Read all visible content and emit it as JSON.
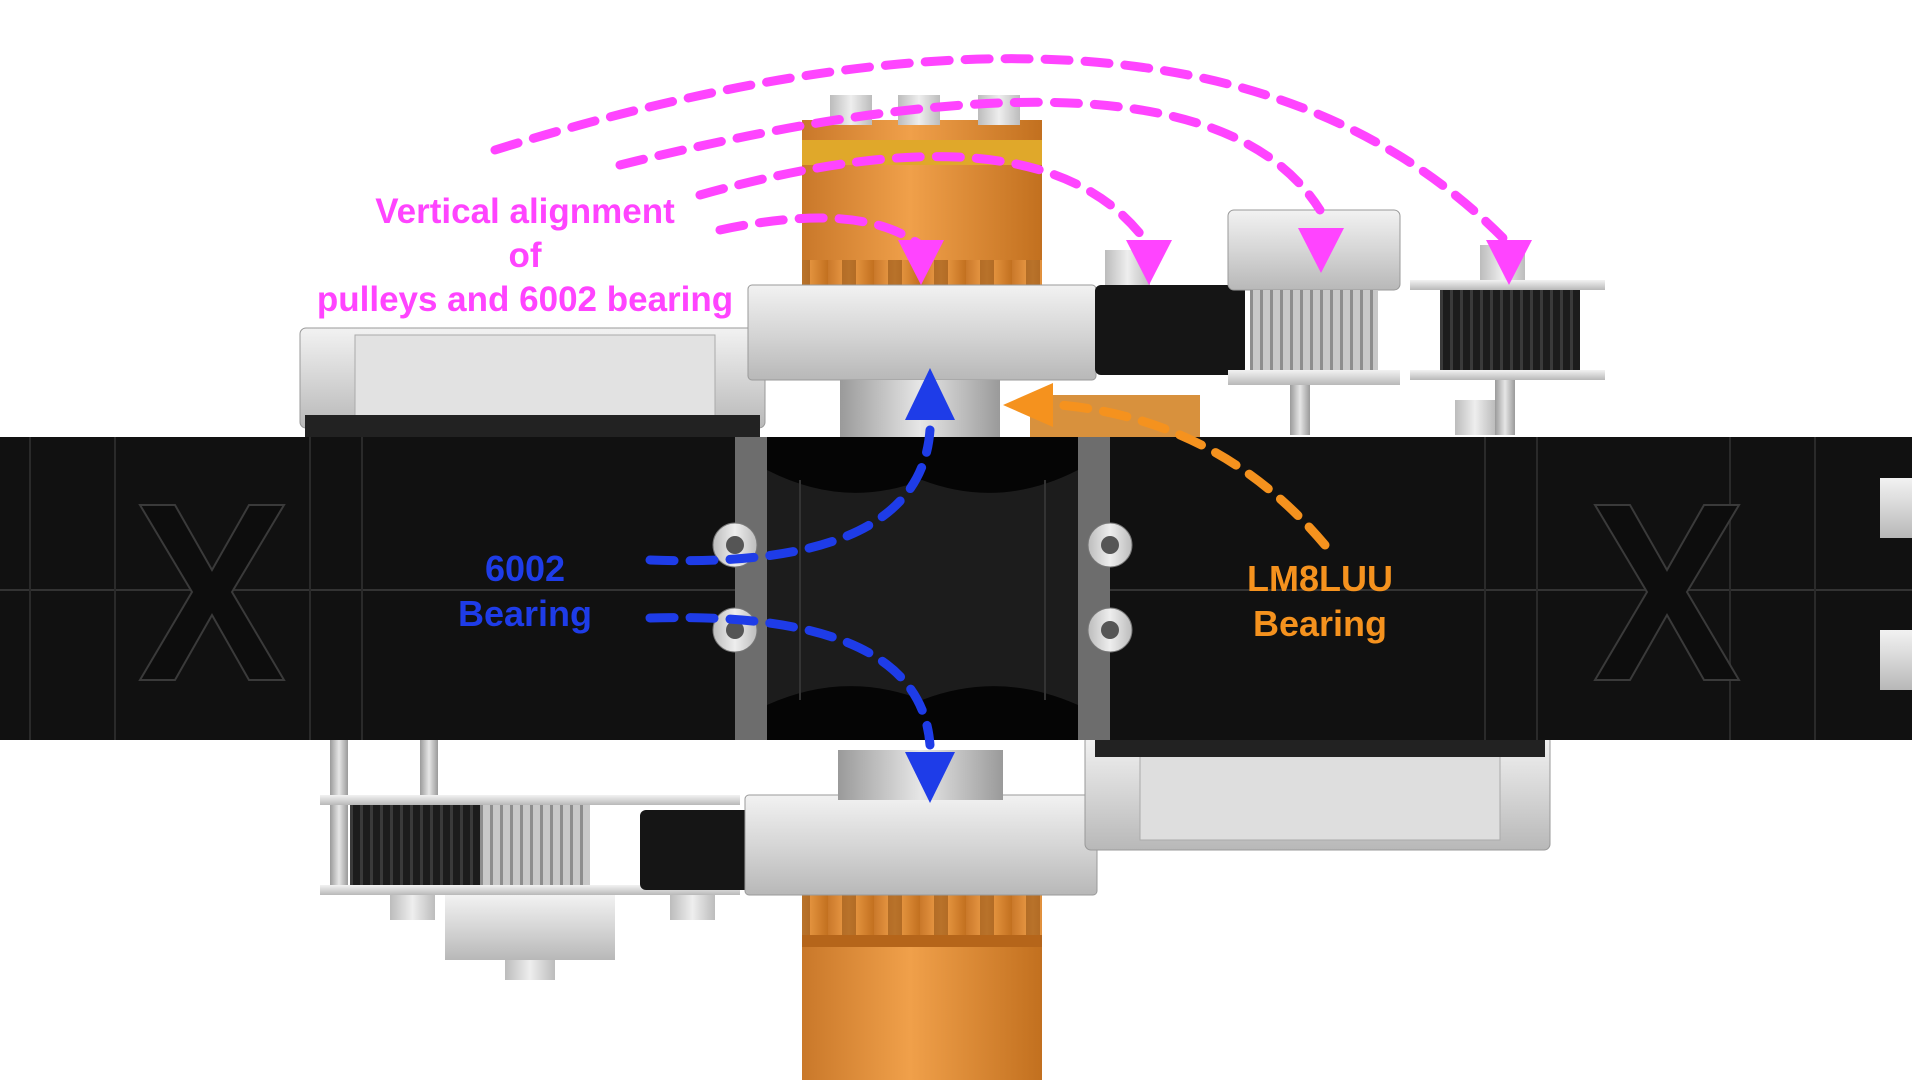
{
  "labels": {
    "vertical_alignment": {
      "lines": [
        "Vertical alignment",
        "of",
        "pulleys and 6002 bearing"
      ],
      "color": "#ff44ff"
    },
    "bearing_6002": {
      "lines": [
        "6002",
        "Bearing"
      ],
      "color": "#1e3ce8"
    },
    "bearing_lm8luu": {
      "lines": [
        "LM8LUU",
        "Bearing"
      ],
      "color": "#f5921e"
    }
  },
  "colors": {
    "housing": "#111111",
    "housing_edge": "#2a2a2a",
    "aluminum": "#d9d9d9",
    "brass": "#e89a3c",
    "belt": "#1a1a1a"
  },
  "icons": {
    "housing_marking": "X"
  }
}
